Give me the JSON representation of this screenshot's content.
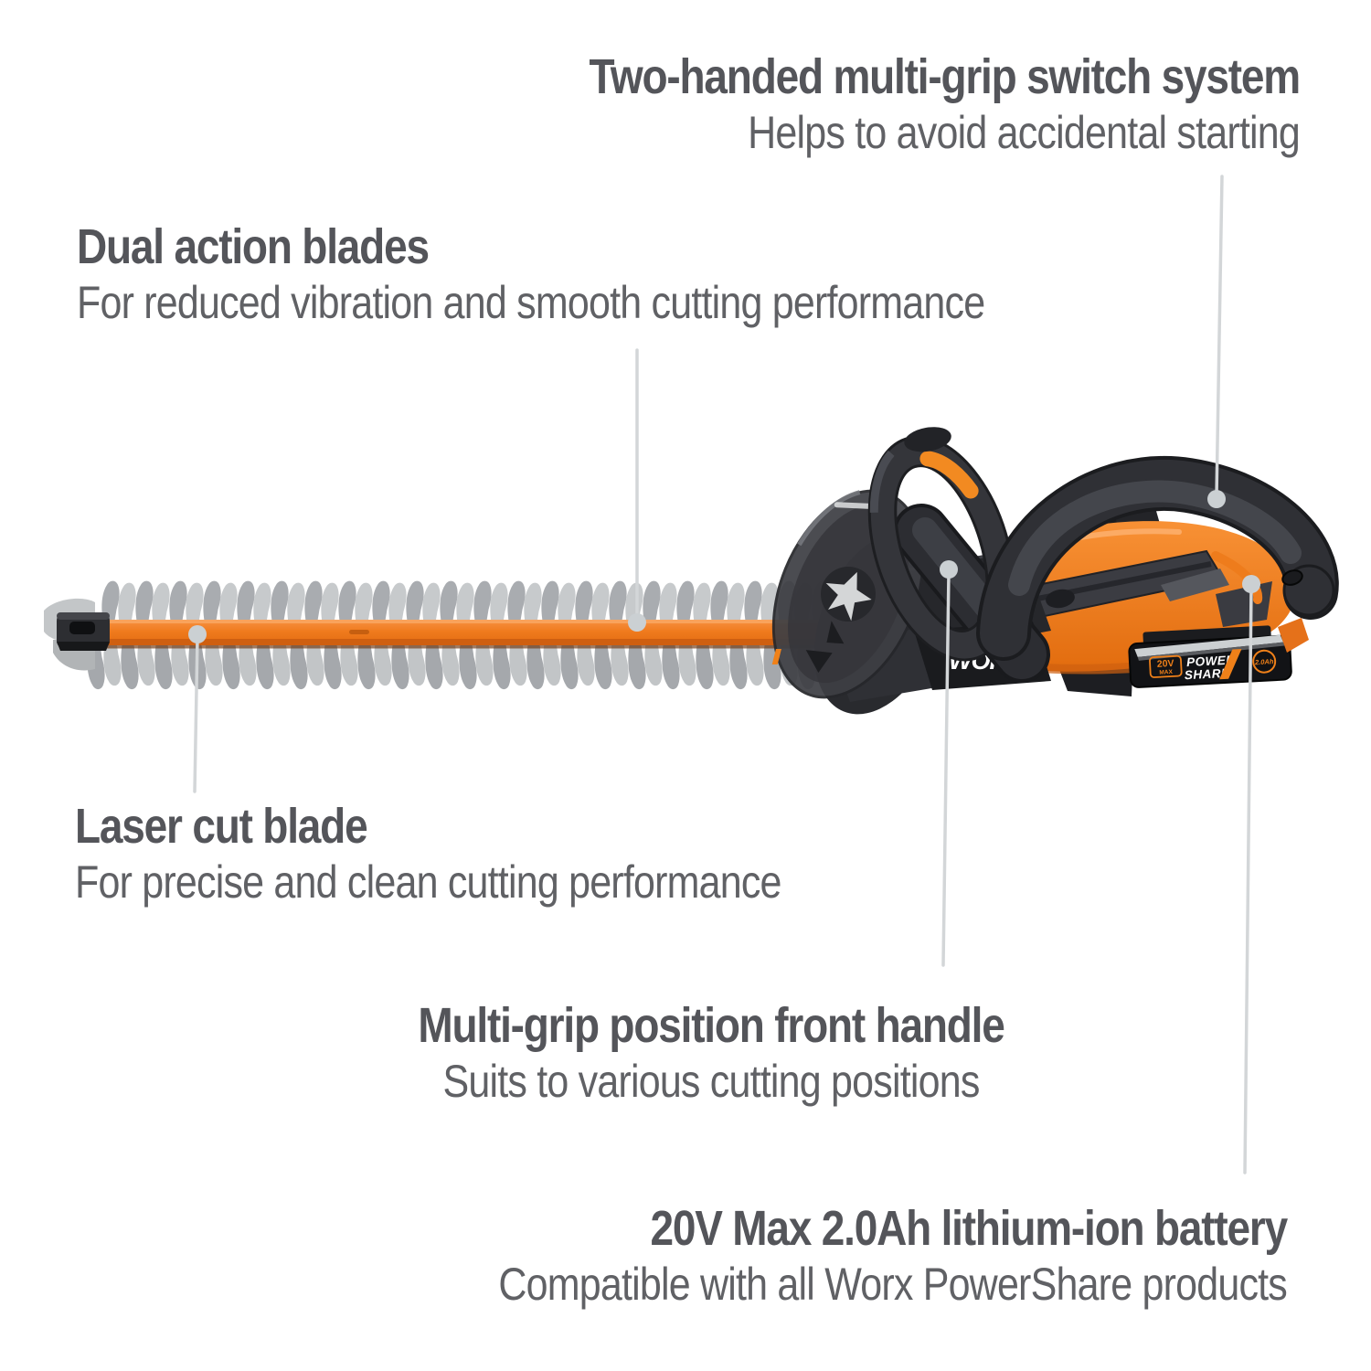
{
  "background": "#ffffff",
  "colors": {
    "accent_orange": "#f07d1e",
    "dark_housing": "#2b2c30",
    "blade_gray": "#aaadb0",
    "heading_text": "#54555a",
    "subtitle_text": "#606165",
    "leader_line": "#d3d6d8",
    "leader_dot": "#cbd0d3"
  },
  "callouts": {
    "switch": {
      "title": "Two-handed multi-grip switch system",
      "subtitle": "Helps to avoid accidental starting"
    },
    "blades": {
      "title": "Dual action blades",
      "subtitle": "For reduced vibration and smooth cutting performance"
    },
    "laser": {
      "title": "Laser cut blade",
      "subtitle": "For precise and clean cutting performance"
    },
    "handle": {
      "title": "Multi-grip position front handle",
      "subtitle": "Suits to various cutting positions"
    },
    "battery": {
      "title": "20V Max 2.0Ah lithium-ion battery",
      "subtitle": "Compatible with all Worx PowerShare products"
    }
  },
  "product": {
    "brand": "WORX",
    "battery_badge": {
      "voltage": "20V",
      "max": "MAX",
      "power": "POWER",
      "share": "SHARE",
      "capacity": "2.0Ah"
    }
  }
}
